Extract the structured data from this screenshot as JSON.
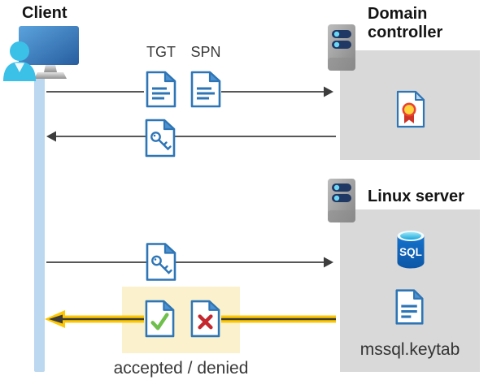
{
  "client": {
    "label": "Client"
  },
  "dc": {
    "title": "Domain controller"
  },
  "linux": {
    "title": "Linux server",
    "keytab": "mssql.keytab",
    "sql": "SQL"
  },
  "flows": {
    "tgt": "TGT",
    "spn": "SPN",
    "result": "accepted / denied"
  },
  "icons": [
    "client-workstation-icon",
    "server-icon",
    "certificate-icon",
    "sql-database-icon",
    "document-icon",
    "key-ticket-icon",
    "accepted-icon",
    "denied-icon",
    "keytab-file-icon"
  ],
  "colors": {
    "doc_blue": "#2e75b6",
    "fold_blue": "#4f92d1",
    "accent_green": "#6fbf4b",
    "accent_red": "#c4272e",
    "highlight_yellow": "#fbf2cd",
    "arrow_yellow": "#fec700",
    "arrow_gray": "#575757",
    "box_gray": "#d9d9d9",
    "timeline_blue": "#bcd7f0"
  }
}
